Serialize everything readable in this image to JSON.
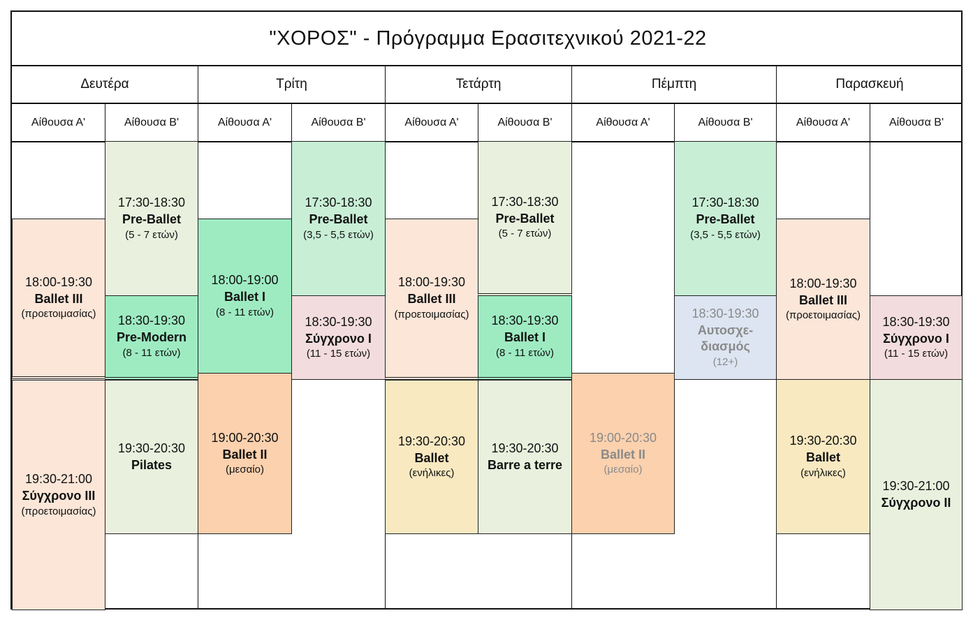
{
  "title": "\"ΧΟΡΟΣ\"  -  Πρόγραμμα Ερασιτεχνικού 2021-22",
  "days": [
    "Δευτέρα",
    "Τρίτη",
    "Τετάρτη",
    "Πέμπτη",
    "Παρασκευή"
  ],
  "rooms": [
    "Αίθουσα Α'",
    "Αίθουσα Β'",
    "Αίθουσα Α'",
    "Αίθουσα Β'",
    "Αίθουσα Α'",
    "Αίθουσα Β'",
    "Αίθουσα Α'",
    "Αίθουσα Β'",
    "Αίθουσα Α'",
    "Αίθουσα Β'"
  ],
  "colors": {
    "peach": "#fbe6d8",
    "light_green": "#e9f1de",
    "mint": "#c8efd6",
    "green": "#9eebc2",
    "pink": "#f2dcdd",
    "orange": "#fbd1ae",
    "yellow": "#f8e9c1",
    "blue": "#dce5f1"
  },
  "classes": [
    {
      "time": "18:00-19:30",
      "name": "Ballet III",
      "age": "(προετοιμασίας)"
    },
    {
      "time": "19:30-21:00",
      "name": "Σύγχρονο III",
      "age": "(προετοιμασίας)"
    },
    {
      "time": "17:30-18:30",
      "name": "Pre-Ballet",
      "age": "(5 - 7 ετών)"
    },
    {
      "time": "18:30-19:30",
      "name": "Pre-Modern",
      "age": "(8 - 11 ετών)"
    },
    {
      "time": "19:30-20:30",
      "name": "Pilates",
      "age": ""
    },
    {
      "time": "18:00-19:00",
      "name": "Ballet I",
      "age": "(8 - 11 ετών)"
    },
    {
      "time": "19:00-20:30",
      "name": "Ballet II",
      "age": "(μεσαίο)"
    },
    {
      "time": "17:30-18:30",
      "name": "Pre-Ballet",
      "age": "(3,5 - 5,5 ετών)"
    },
    {
      "time": "18:30-19:30",
      "name": "Σύγχρονο I",
      "age": "(11 - 15 ετών)"
    },
    {
      "time": "18:00-19:30",
      "name": "Ballet III",
      "age": "(προετοιμασίας)"
    },
    {
      "time": "19:30-20:30",
      "name": "Ballet",
      "age": "(ενήλικες)"
    },
    {
      "time": "17:30-18:30",
      "name": "Pre-Ballet",
      "age": "(5 - 7 ετών)"
    },
    {
      "time": "18:30-19:30",
      "name": "Ballet I",
      "age": "(8 - 11 ετών)"
    },
    {
      "time": "19:30-20:30",
      "name": "Barre a terre",
      "age": ""
    },
    {
      "time": "19:00-20:30",
      "name": "Ballet II",
      "age": "(μεσαίο)"
    },
    {
      "time": "17:30-18:30",
      "name": "Pre-Ballet",
      "age": "(3,5 - 5,5 ετών)"
    },
    {
      "time": "18:30-19:30",
      "name": "Αυτοσχε-",
      "name2": "διασμός",
      "age": "(12+)"
    },
    {
      "time": "18:00-19:30",
      "name": "Ballet III",
      "age": "(προετοιμασίας)"
    },
    {
      "time": "19:30-20:30",
      "name": "Ballet",
      "age": "(ενήλικες)"
    },
    {
      "time": "18:30-19:30",
      "name": "Σύγχρονο I",
      "age": "(11 - 15 ετών)"
    },
    {
      "time": "19:30-21:00",
      "name": "Σύγχρονο II",
      "age": ""
    }
  ]
}
